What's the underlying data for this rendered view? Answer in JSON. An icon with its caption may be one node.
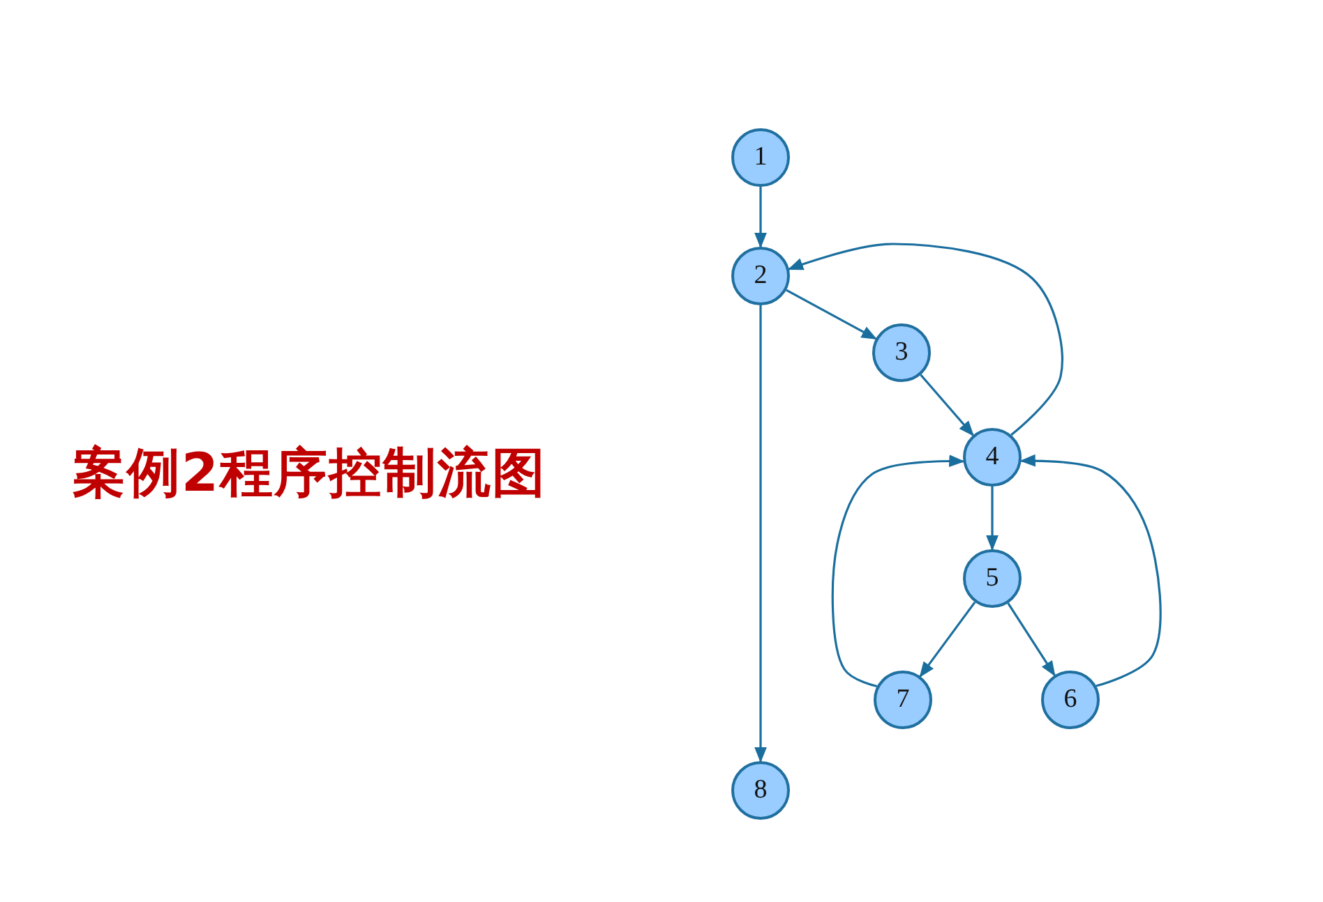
{
  "diagram": {
    "title": "案例2程序控制流图",
    "nodes": [
      {
        "text": [
          "1"
        ]
      },
      {
        "text": [
          "2"
        ]
      },
      {
        "text": [
          "3"
        ]
      },
      {
        "text": [
          "4"
        ]
      },
      {
        "text": [
          "5"
        ]
      },
      {
        "text": [
          "7"
        ]
      },
      {
        "text": [
          "6"
        ]
      },
      {
        "text": [
          "8"
        ]
      }
    ],
    "edges": [
      {
        "from": 0,
        "to": 1,
        "arrow": "to"
      },
      {
        "from": 1,
        "to": 2,
        "arrow": "to"
      },
      {
        "from": 2,
        "to": 3,
        "arrow": "to"
      },
      {
        "from": 3,
        "to": 1,
        "arrow": "to"
      },
      {
        "from": 1,
        "to": 7,
        "arrow": "to"
      },
      {
        "from": 3,
        "to": 4,
        "arrow": "to"
      },
      {
        "from": 4,
        "to": 5,
        "arrow": "to"
      },
      {
        "from": 4,
        "to": 6,
        "arrow": "to"
      },
      {
        "from": 5,
        "to": 3,
        "arrow": "to"
      },
      {
        "from": 6,
        "to": 3,
        "arrow": "to"
      }
    ]
  }
}
